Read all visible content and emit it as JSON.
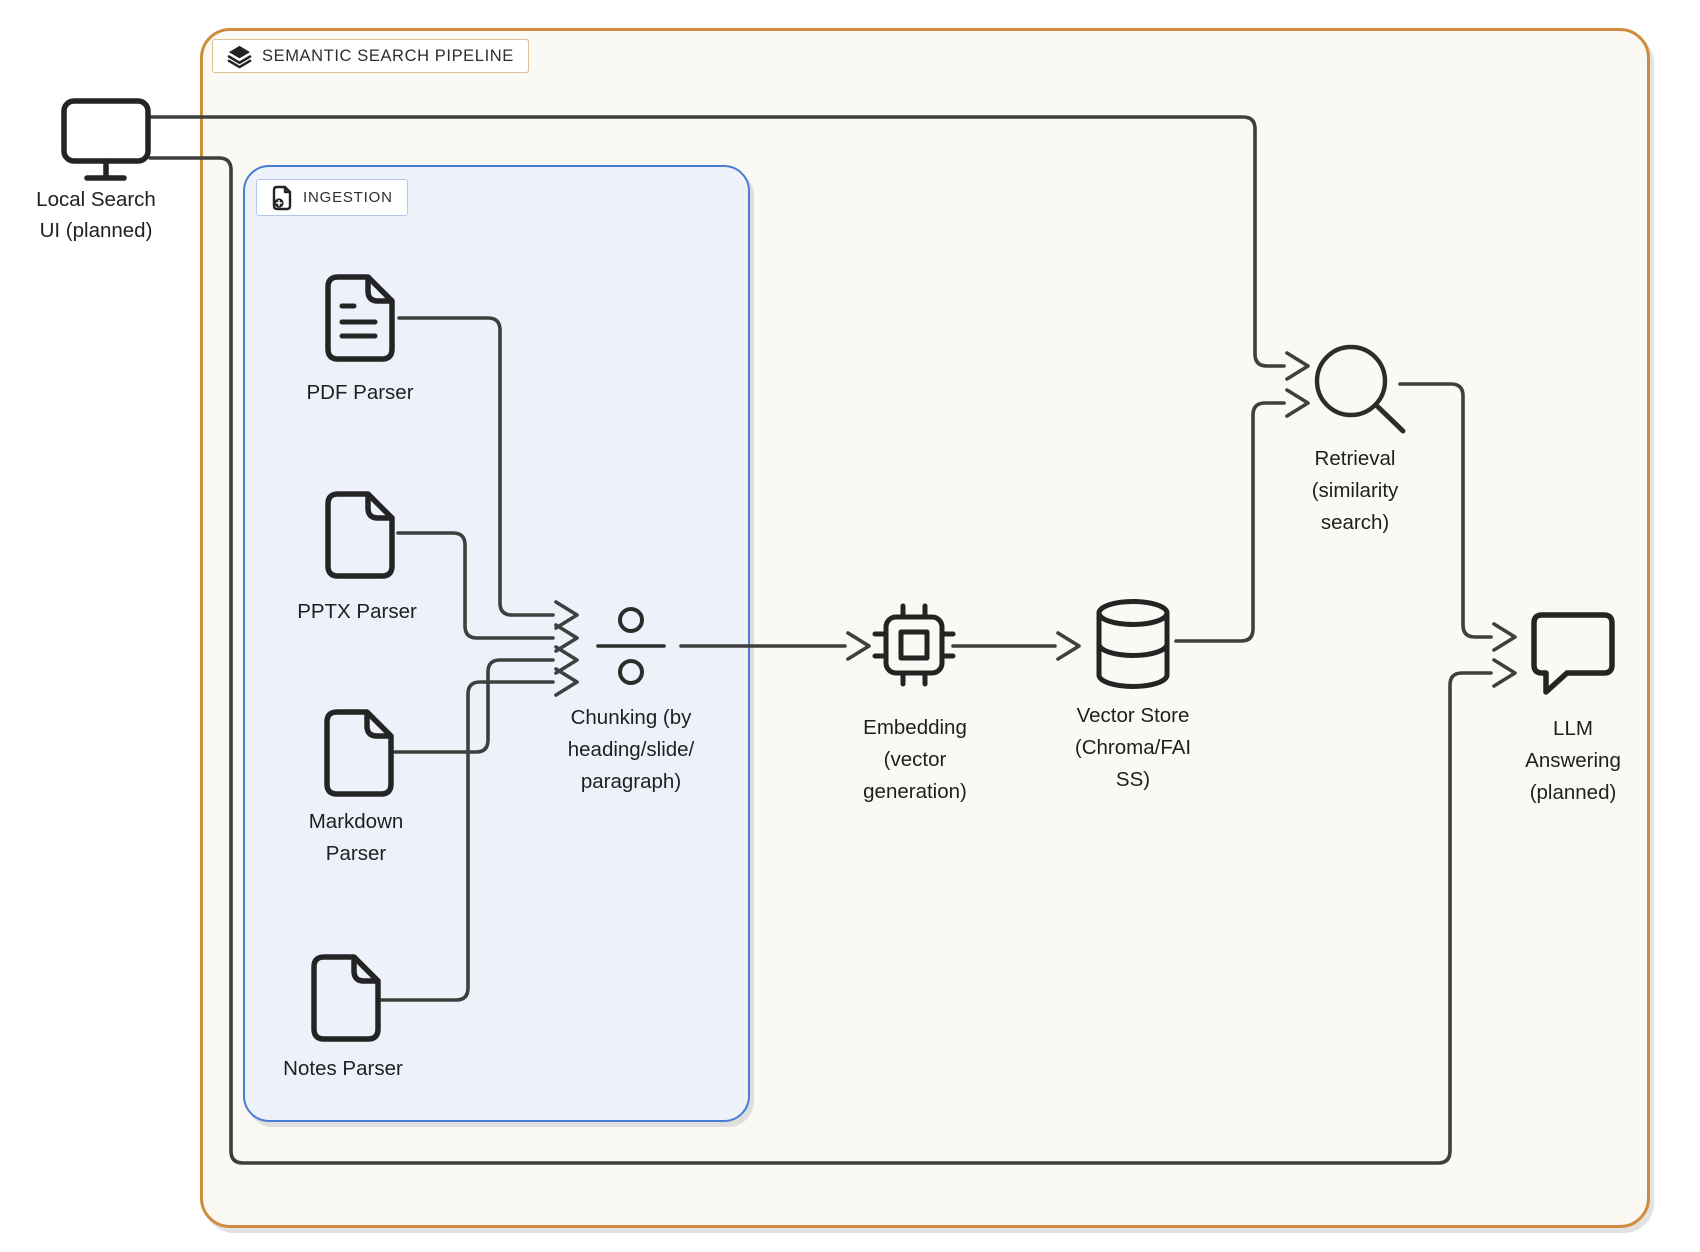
{
  "frame": {
    "title": "SEMANTIC SEARCH PIPELINE",
    "border_color": "#cf8b3e",
    "background": "#fbf9f3"
  },
  "ingestion": {
    "label": "INGESTION",
    "border_color": "#4a7cd6",
    "background": "#edf2fa"
  },
  "nodes": {
    "local_ui": {
      "icon": "monitor-icon",
      "lines": [
        "Local Search",
        "UI (planned)"
      ]
    },
    "pdf": {
      "icon": "file-text-icon",
      "label": "PDF Parser"
    },
    "pptx": {
      "icon": "file-icon",
      "label": "PPTX Parser"
    },
    "markdown": {
      "icon": "file-icon",
      "lines": [
        "Markdown",
        "Parser"
      ]
    },
    "notes": {
      "icon": "file-icon",
      "label": "Notes Parser"
    },
    "chunking": {
      "icon": "divide-icon",
      "lines": [
        "Chunking (by",
        "heading/slide/",
        "paragraph)"
      ]
    },
    "embedding": {
      "icon": "chip-icon",
      "lines": [
        "Embedding",
        "(vector",
        "generation)"
      ]
    },
    "vector_store": {
      "icon": "database-icon",
      "lines": [
        "Vector Store",
        "(Chroma/FAI",
        "SS)"
      ]
    },
    "retrieval": {
      "icon": "search-icon",
      "lines": [
        "Retrieval",
        "(similarity",
        "search)"
      ]
    },
    "llm": {
      "icon": "chat-icon",
      "lines": [
        "LLM",
        "Answering",
        "(planned)"
      ]
    }
  },
  "edges": [
    {
      "from": "Local Search UI",
      "to": "Retrieval"
    },
    {
      "from": "Local Search UI",
      "to": "LLM Answering"
    },
    {
      "from": "PDF Parser",
      "to": "Chunking"
    },
    {
      "from": "PPTX Parser",
      "to": "Chunking"
    },
    {
      "from": "Markdown Parser",
      "to": "Chunking"
    },
    {
      "from": "Notes Parser",
      "to": "Chunking"
    },
    {
      "from": "Chunking",
      "to": "Embedding"
    },
    {
      "from": "Embedding",
      "to": "Vector Store"
    },
    {
      "from": "Vector Store",
      "to": "Retrieval"
    },
    {
      "from": "Retrieval",
      "to": "LLM Answering"
    }
  ],
  "colors": {
    "connector": "#3f3f3f",
    "icon_stroke": "#242424",
    "text": "#1f1f1f"
  }
}
